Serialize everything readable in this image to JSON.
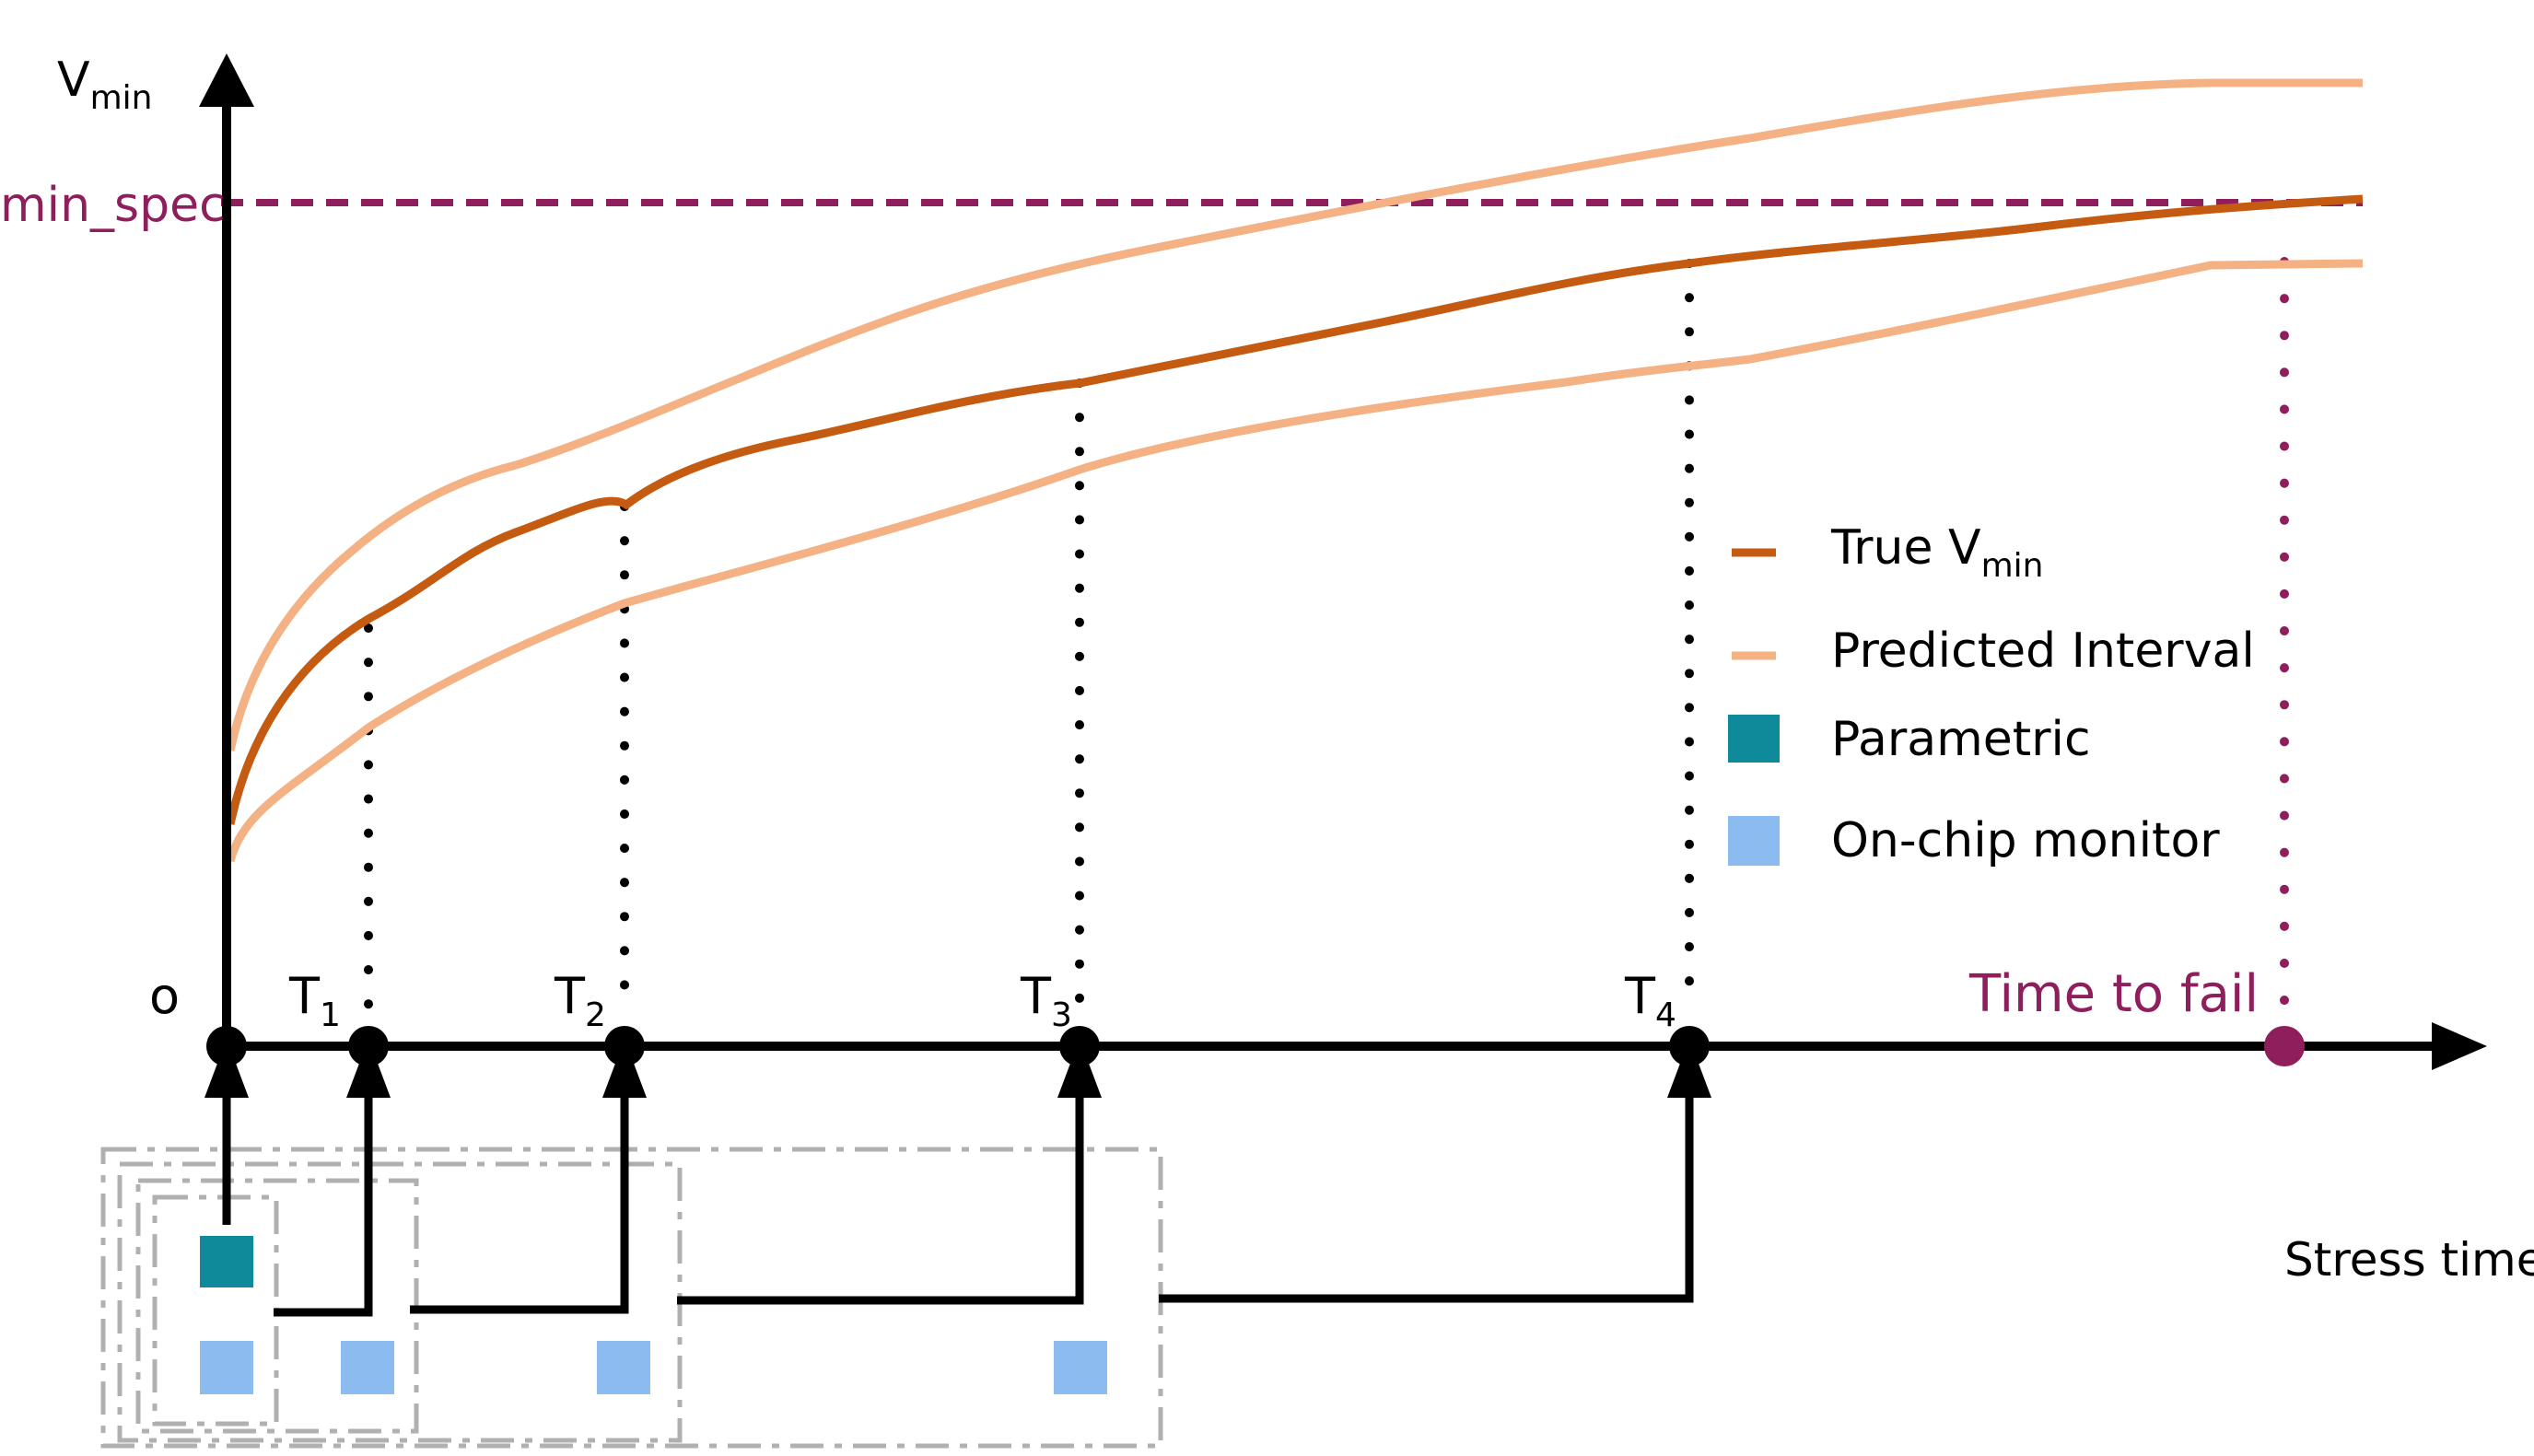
{
  "axes": {
    "y_label_main": "V",
    "y_label_sub": "min",
    "origin_label": "o",
    "x_label": "Stress time",
    "spec_label": "min_spec"
  },
  "time_points": [
    {
      "main": "T",
      "sub": "1"
    },
    {
      "main": "T",
      "sub": "2"
    },
    {
      "main": "T",
      "sub": "3"
    },
    {
      "main": "T",
      "sub": "4"
    }
  ],
  "fail_label": "Time to fail",
  "legend": {
    "true_vmin_main": "True V",
    "true_vmin_sub": "min",
    "predicted": "Predicted Interval",
    "parametric": "Parametric",
    "onchip": "On-chip monitor"
  },
  "colors": {
    "true_vmin": "#c55a11",
    "predicted": "#f4b183",
    "spec": "#8e1f5c",
    "parametric": "#0e8a9a",
    "onchip": "#8cbbf0",
    "axis": "#000000",
    "box": "#b0b0b0"
  },
  "icons": [
    "up-arrow-icon",
    "right-arrow-icon",
    "node-dot-icon"
  ]
}
